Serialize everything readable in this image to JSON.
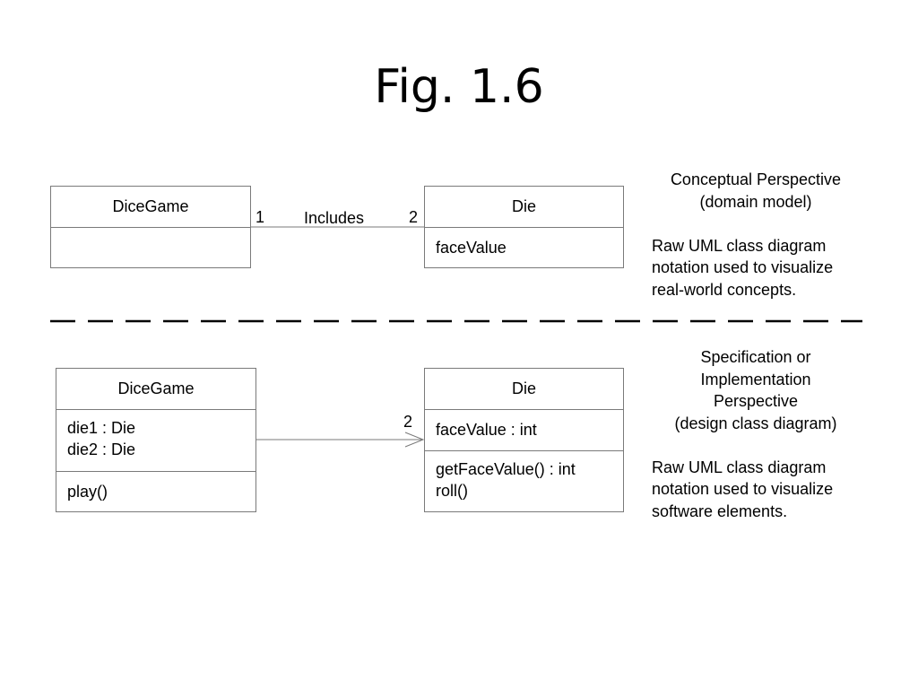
{
  "title": "Fig. 1.6",
  "conceptual": {
    "class_a": {
      "name": "DiceGame",
      "attributes": []
    },
    "class_b": {
      "name": "Die",
      "attributes": [
        "faceValue"
      ]
    },
    "association": {
      "label": "Includes",
      "mult_a": "1",
      "mult_b": "2"
    },
    "note": {
      "heading_lines": [
        "Conceptual Perspective",
        "(domain model)"
      ],
      "body_lines": [
        "Raw UML class diagram",
        "notation used to visualize",
        "real-world concepts."
      ]
    }
  },
  "design": {
    "class_a": {
      "name": "DiceGame",
      "attributes": [
        "die1 : Die",
        "die2 : Die"
      ],
      "operations": [
        "play()"
      ]
    },
    "class_b": {
      "name": "Die",
      "attributes": [
        "faceValue : int"
      ],
      "operations": [
        "getFaceValue() : int",
        "roll()"
      ]
    },
    "association": {
      "mult_b": "2"
    },
    "note": {
      "heading_lines": [
        "Specification or",
        "Implementation",
        "Perspective",
        "(design class diagram)"
      ],
      "body_lines": [
        "Raw UML class diagram",
        "notation used to visualize",
        "software elements."
      ]
    }
  },
  "colors": {
    "line": "#7a7a7a",
    "divider": "#000000",
    "text": "#000000"
  }
}
